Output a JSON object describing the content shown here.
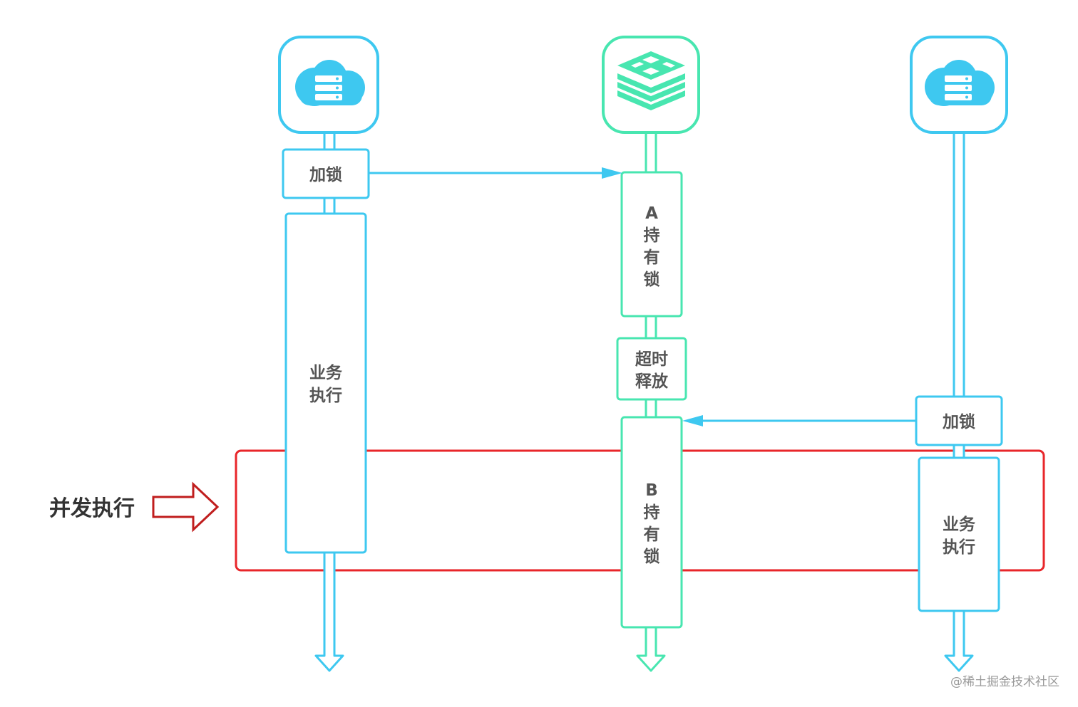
{
  "colors": {
    "client": "#3ec8f0",
    "redis": "#48e6b0",
    "highlight": "#e8262a",
    "concurrency_arrow": "#c01e1e",
    "text": "#555555",
    "label": "#333333"
  },
  "icons": {
    "client_a": "cloud-server-icon",
    "redis": "redis-stack-icon",
    "client_b": "cloud-server-icon"
  },
  "client_a": {
    "lock_label": "加锁",
    "exec_line1": "业务",
    "exec_line2": "执行"
  },
  "redis": {
    "hold_a": [
      "A",
      "持",
      "有",
      "锁"
    ],
    "timeout_line1": "超时",
    "timeout_line2": "释放",
    "hold_b": [
      "B",
      "持",
      "有",
      "锁"
    ]
  },
  "client_b": {
    "lock_label": "加锁",
    "exec_line1": "业务",
    "exec_line2": "执行"
  },
  "concurrency_label": "并发执行",
  "watermark": "@稀土掘金技术社区"
}
